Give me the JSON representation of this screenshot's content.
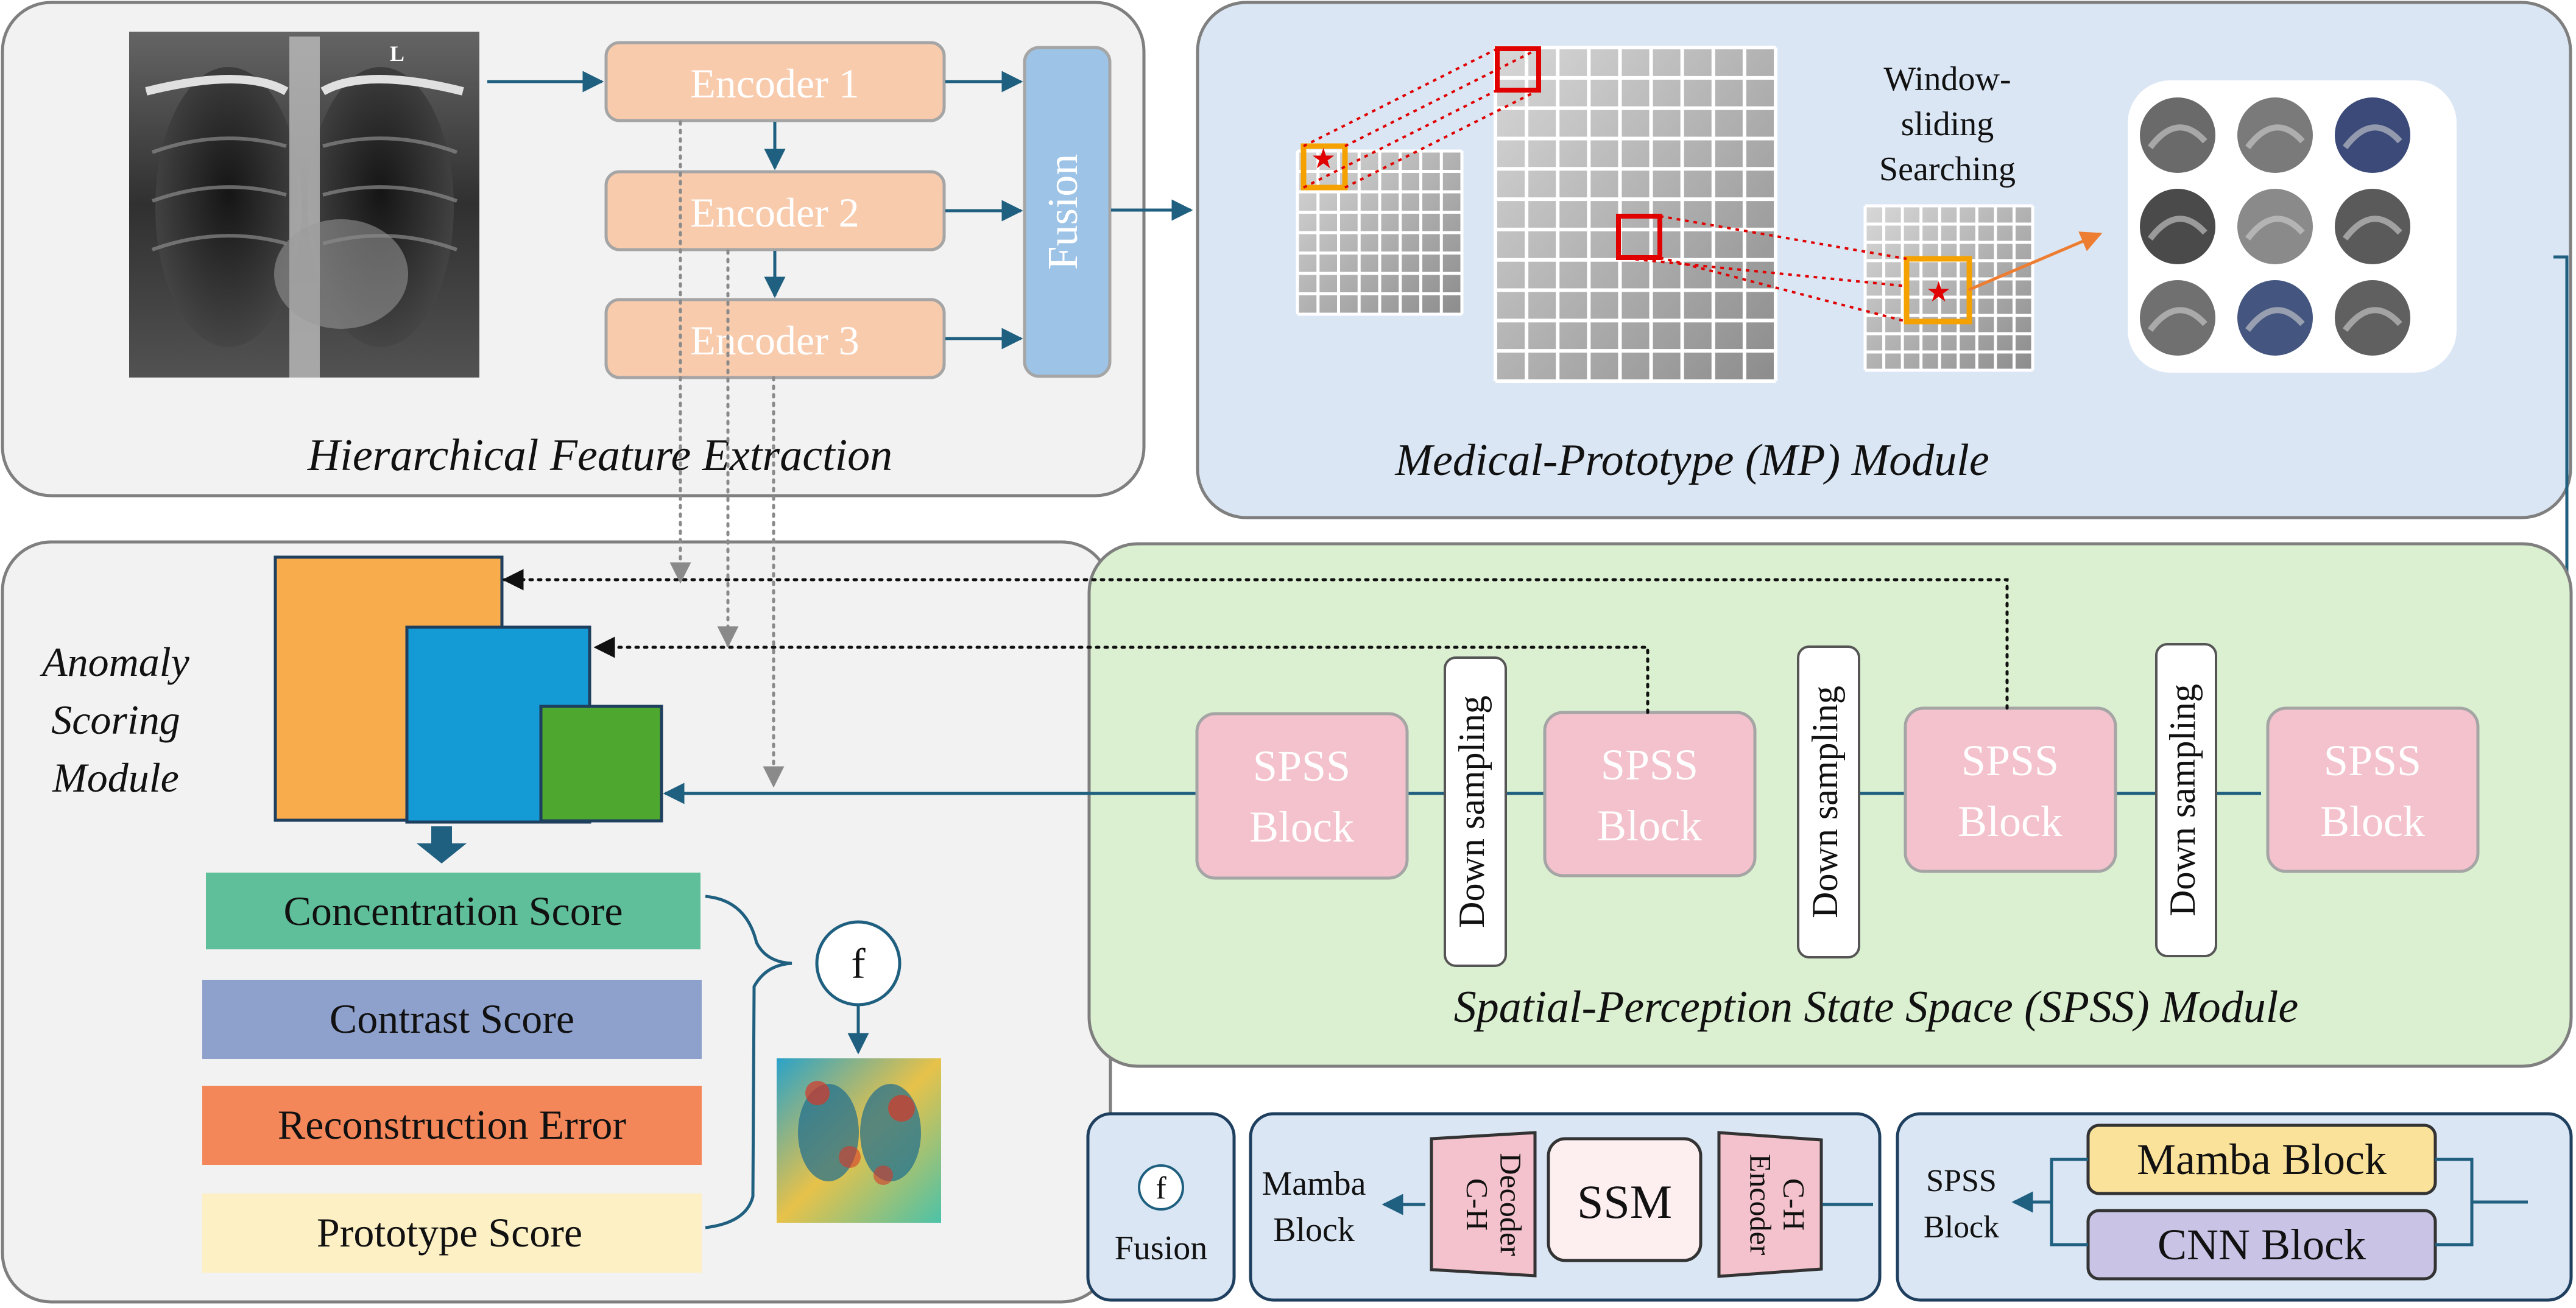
{
  "hfe": {
    "title": "Hierarchical Feature Extraction",
    "xray_marker": "L",
    "encoders": [
      "Encoder 1",
      "Encoder 2",
      "Encoder 3"
    ],
    "fusion_label": "Fusion"
  },
  "mp": {
    "title": "Medical-Prototype (MP) Module",
    "search_label": [
      "Window-",
      "sliding",
      "Searching"
    ]
  },
  "asm": {
    "title": [
      "Anomaly",
      "Scoring",
      "Module"
    ],
    "scores": {
      "concentration": "Concentration Score",
      "contrast": "Contrast Score",
      "reconstruction": "Reconstruction Error",
      "prototype": "Prototype Score"
    },
    "f_symbol": "f"
  },
  "spss": {
    "title": "Spatial-Perception State Space (SPSS) Module",
    "block_lines": [
      "SPSS",
      "Block"
    ],
    "down_sampling": "Down sampling"
  },
  "legend": {
    "fusion": {
      "symbol": "f",
      "label": "Fusion"
    },
    "mamba": {
      "output": [
        "Mamba",
        "Block"
      ],
      "decoder": [
        "C-H",
        "Decoder"
      ],
      "ssm": "SSM",
      "encoder": [
        "C-H",
        "Encoder"
      ]
    },
    "spss": {
      "output": [
        "SPSS",
        "Block"
      ],
      "mamba_block": "Mamba Block",
      "cnn_block": "CNN Block"
    }
  },
  "colors": {
    "panel_gray": "#f2f2f2",
    "panel_blue": "#dae6f4",
    "panel_green": "#dbf0d0",
    "encoder": "#f8cbad",
    "fusion": "#9dc3e6",
    "spss_block": "#f4c2cc",
    "arrow": "#1f5f7f",
    "concentration": "#5fbf9a",
    "contrast": "#8ea0cc",
    "reconstruction": "#f4875a",
    "prototype": "#fdf0c4",
    "mamba_block": "#fbe29a",
    "cnn_block": "#c9c4e6"
  }
}
